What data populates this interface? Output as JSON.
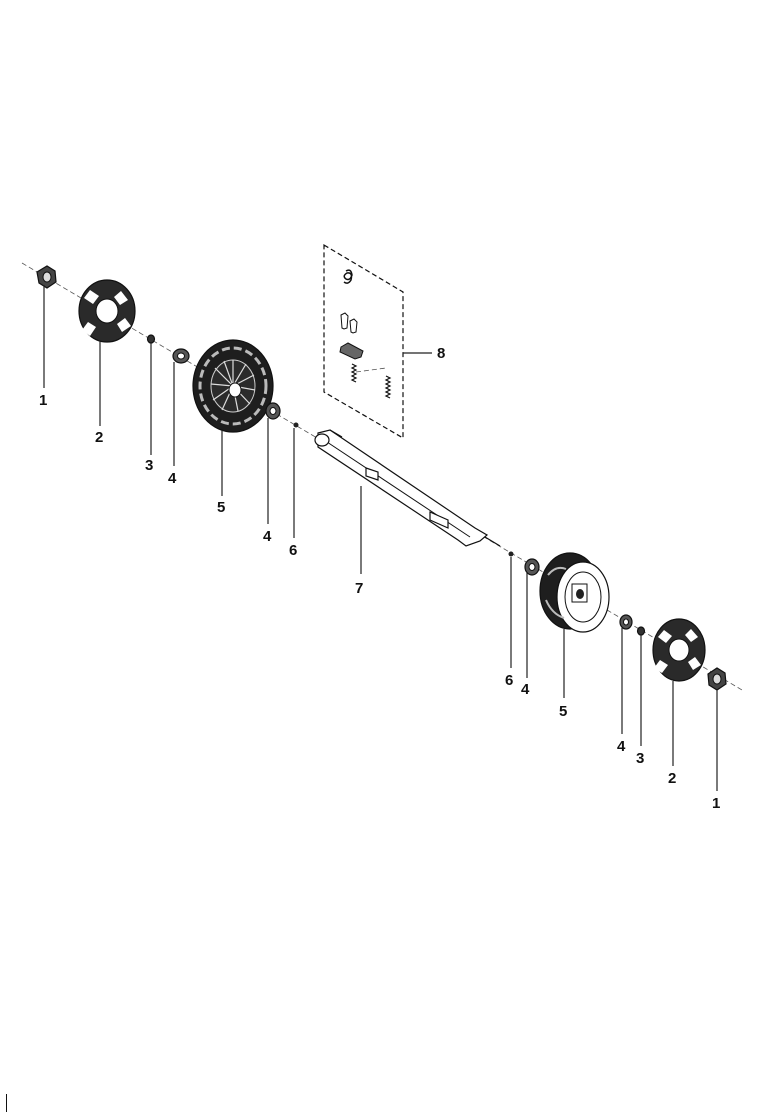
{
  "diagram": {
    "callouts": {
      "left_1": "1",
      "left_2": "2",
      "left_3": "3",
      "left_4a": "4",
      "left_5": "5",
      "left_4b": "4",
      "left_6": "6",
      "center_7": "7",
      "kit_8": "8",
      "right_6": "6",
      "right_4a": "4",
      "right_5": "5",
      "right_4b": "4",
      "right_3": "3",
      "right_2": "2",
      "right_1": "1"
    }
  }
}
